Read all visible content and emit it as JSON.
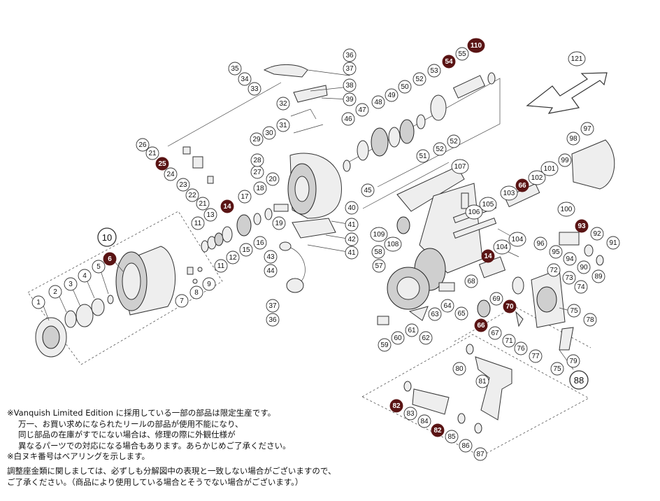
{
  "callouts": [
    {
      "id": "c1",
      "text": "1",
      "style": "circle"
    },
    {
      "id": "c2",
      "text": "2",
      "style": "circle"
    },
    {
      "id": "c3",
      "text": "3",
      "style": "circle"
    },
    {
      "id": "c4",
      "text": "4",
      "style": "circle"
    },
    {
      "id": "c5",
      "text": "5",
      "style": "circle"
    },
    {
      "id": "c6",
      "text": "6",
      "style": "dark"
    },
    {
      "id": "c7",
      "text": "7",
      "style": "circle"
    },
    {
      "id": "c8",
      "text": "8",
      "style": "circle"
    },
    {
      "id": "c9",
      "text": "9",
      "style": "circle"
    },
    {
      "id": "c10",
      "text": "10",
      "style": "large"
    },
    {
      "id": "c11a",
      "text": "11",
      "style": "circle"
    },
    {
      "id": "c11b",
      "text": "11",
      "style": "circle"
    },
    {
      "id": "c12",
      "text": "12",
      "style": "circle"
    },
    {
      "id": "c13",
      "text": "13",
      "style": "circle"
    },
    {
      "id": "c14a",
      "text": "14",
      "style": "dark"
    },
    {
      "id": "c15",
      "text": "15",
      "style": "circle"
    },
    {
      "id": "c16",
      "text": "16",
      "style": "circle"
    },
    {
      "id": "c17",
      "text": "17",
      "style": "circle"
    },
    {
      "id": "c18",
      "text": "18",
      "style": "circle"
    },
    {
      "id": "c19",
      "text": "19",
      "style": "circle"
    },
    {
      "id": "c20",
      "text": "20",
      "style": "circle"
    },
    {
      "id": "c21a",
      "text": "21",
      "style": "circle"
    },
    {
      "id": "c21b",
      "text": "21",
      "style": "circle"
    },
    {
      "id": "c22",
      "text": "22",
      "style": "circle"
    },
    {
      "id": "c23",
      "text": "23",
      "style": "circle"
    },
    {
      "id": "c24",
      "text": "24",
      "style": "circle"
    },
    {
      "id": "c25",
      "text": "25",
      "style": "dark"
    },
    {
      "id": "c26",
      "text": "26",
      "style": "circle"
    },
    {
      "id": "c27",
      "text": "27",
      "style": "circle"
    },
    {
      "id": "c28",
      "text": "28",
      "style": "circle"
    },
    {
      "id": "c29",
      "text": "29",
      "style": "circle"
    },
    {
      "id": "c30",
      "text": "30",
      "style": "circle"
    },
    {
      "id": "c31",
      "text": "31",
      "style": "circle"
    },
    {
      "id": "c32",
      "text": "32",
      "style": "circle"
    },
    {
      "id": "c33",
      "text": "33",
      "style": "circle"
    },
    {
      "id": "c34",
      "text": "34",
      "style": "circle"
    },
    {
      "id": "c35",
      "text": "35",
      "style": "circle"
    },
    {
      "id": "c36a",
      "text": "36",
      "style": "circle"
    },
    {
      "id": "c36b",
      "text": "36",
      "style": "circle"
    },
    {
      "id": "c37a",
      "text": "37",
      "style": "circle"
    },
    {
      "id": "c37b",
      "text": "37",
      "style": "circle"
    },
    {
      "id": "c38",
      "text": "38",
      "style": "circle"
    },
    {
      "id": "c39",
      "text": "39",
      "style": "circle"
    },
    {
      "id": "c40",
      "text": "40",
      "style": "circle"
    },
    {
      "id": "c41a",
      "text": "41",
      "style": "circle"
    },
    {
      "id": "c41b",
      "text": "41",
      "style": "circle"
    },
    {
      "id": "c42",
      "text": "42",
      "style": "circle"
    },
    {
      "id": "c43",
      "text": "43",
      "style": "circle"
    },
    {
      "id": "c44",
      "text": "44",
      "style": "circle"
    },
    {
      "id": "c45",
      "text": "45",
      "style": "circle"
    },
    {
      "id": "c46",
      "text": "46",
      "style": "circle"
    },
    {
      "id": "c47",
      "text": "47",
      "style": "circle"
    },
    {
      "id": "c48",
      "text": "48",
      "style": "circle"
    },
    {
      "id": "c49",
      "text": "49",
      "style": "circle"
    },
    {
      "id": "c50",
      "text": "50",
      "style": "circle"
    },
    {
      "id": "c51",
      "text": "51",
      "style": "circle"
    },
    {
      "id": "c52a",
      "text": "52",
      "style": "circle"
    },
    {
      "id": "c52b",
      "text": "52",
      "style": "circle"
    },
    {
      "id": "c52c",
      "text": "52",
      "style": "circle"
    },
    {
      "id": "c53",
      "text": "53",
      "style": "circle"
    },
    {
      "id": "c54",
      "text": "54",
      "style": "dark"
    },
    {
      "id": "c55",
      "text": "55",
      "style": "circle"
    },
    {
      "id": "c57",
      "text": "57",
      "style": "circle"
    },
    {
      "id": "c58",
      "text": "58",
      "style": "circle"
    },
    {
      "id": "c59",
      "text": "59",
      "style": "circle"
    },
    {
      "id": "c60",
      "text": "60",
      "style": "circle"
    },
    {
      "id": "c61",
      "text": "61",
      "style": "circle"
    },
    {
      "id": "c62",
      "text": "62",
      "style": "circle"
    },
    {
      "id": "c63",
      "text": "63",
      "style": "circle"
    },
    {
      "id": "c64",
      "text": "64",
      "style": "circle"
    },
    {
      "id": "c65",
      "text": "65",
      "style": "circle"
    },
    {
      "id": "c66a",
      "text": "66",
      "style": "dark"
    },
    {
      "id": "c66b",
      "text": "66",
      "style": "dark"
    },
    {
      "id": "c67",
      "text": "67",
      "style": "circle"
    },
    {
      "id": "c68",
      "text": "68",
      "style": "circle"
    },
    {
      "id": "c69",
      "text": "69",
      "style": "circle"
    },
    {
      "id": "c70",
      "text": "70",
      "style": "dark"
    },
    {
      "id": "c71",
      "text": "71",
      "style": "circle"
    },
    {
      "id": "c72",
      "text": "72",
      "style": "circle"
    },
    {
      "id": "c73",
      "text": "73",
      "style": "circle"
    },
    {
      "id": "c74",
      "text": "74",
      "style": "circle"
    },
    {
      "id": "c75a",
      "text": "75",
      "style": "circle"
    },
    {
      "id": "c75b",
      "text": "75",
      "style": "circle"
    },
    {
      "id": "c76",
      "text": "76",
      "style": "circle"
    },
    {
      "id": "c77",
      "text": "77",
      "style": "circle"
    },
    {
      "id": "c78",
      "text": "78",
      "style": "circle"
    },
    {
      "id": "c79",
      "text": "79",
      "style": "circle"
    },
    {
      "id": "c80",
      "text": "80",
      "style": "circle"
    },
    {
      "id": "c81",
      "text": "81",
      "style": "circle"
    },
    {
      "id": "c82a",
      "text": "82",
      "style": "dark"
    },
    {
      "id": "c82b",
      "text": "82",
      "style": "dark"
    },
    {
      "id": "c83",
      "text": "83",
      "style": "circle"
    },
    {
      "id": "c84",
      "text": "84",
      "style": "circle"
    },
    {
      "id": "c85",
      "text": "85",
      "style": "circle"
    },
    {
      "id": "c86",
      "text": "86",
      "style": "circle"
    },
    {
      "id": "c87",
      "text": "87",
      "style": "circle"
    },
    {
      "id": "c88",
      "text": "88",
      "style": "large"
    },
    {
      "id": "c89",
      "text": "89",
      "style": "circle"
    },
    {
      "id": "c90",
      "text": "90",
      "style": "circle"
    },
    {
      "id": "c91",
      "text": "91",
      "style": "circle"
    },
    {
      "id": "c92",
      "text": "92",
      "style": "circle"
    },
    {
      "id": "c93",
      "text": "93",
      "style": "dark"
    },
    {
      "id": "c94",
      "text": "94",
      "style": "circle"
    },
    {
      "id": "c95",
      "text": "95",
      "style": "circle"
    },
    {
      "id": "c96",
      "text": "96",
      "style": "circle"
    },
    {
      "id": "c97",
      "text": "97",
      "style": "circle"
    },
    {
      "id": "c98",
      "text": "98",
      "style": "circle"
    },
    {
      "id": "c99",
      "text": "99",
      "style": "circle"
    },
    {
      "id": "c100",
      "text": "100",
      "style": "circle"
    },
    {
      "id": "c101",
      "text": "101",
      "style": "circle"
    },
    {
      "id": "c102",
      "text": "102",
      "style": "circle"
    },
    {
      "id": "c103",
      "text": "103",
      "style": "circle"
    },
    {
      "id": "c104a",
      "text": "104",
      "style": "circle"
    },
    {
      "id": "c104b",
      "text": "104",
      "style": "circle"
    },
    {
      "id": "c105",
      "text": "105",
      "style": "circle"
    },
    {
      "id": "c106",
      "text": "106",
      "style": "circle"
    },
    {
      "id": "c107",
      "text": "107",
      "style": "circle"
    },
    {
      "id": "c108",
      "text": "108",
      "style": "circle"
    },
    {
      "id": "c109",
      "text": "109",
      "style": "circle"
    },
    {
      "id": "c110",
      "text": "110",
      "style": "dark"
    },
    {
      "id": "c121",
      "text": "121",
      "style": "circle"
    },
    {
      "id": "c14b",
      "text": "14",
      "style": "dark"
    }
  ],
  "notes": [
    "※Vanquish Limited Edition に採用している一部の部品は限定生産です。",
    "万一、お買い求めになられたリールの部品が使用不能になり、",
    "同じ部品の在庫がすでにない場合は、修理の際に外観仕様が",
    "異なるパーツでの対応になる場合もあります。あらかじめご了承ください。",
    "※白ヌキ番号はベアリングを示します。",
    "調整座金類に関しましては、必ずしも分解図中の表現と一致しない場合がございますので、",
    "ご了承ください。（商品により使用している場合とそうでない場合がございます。）"
  ],
  "colors": {
    "dark_marker": "#5a1414",
    "line": "#333333",
    "part_fill": "#eeeeee"
  }
}
